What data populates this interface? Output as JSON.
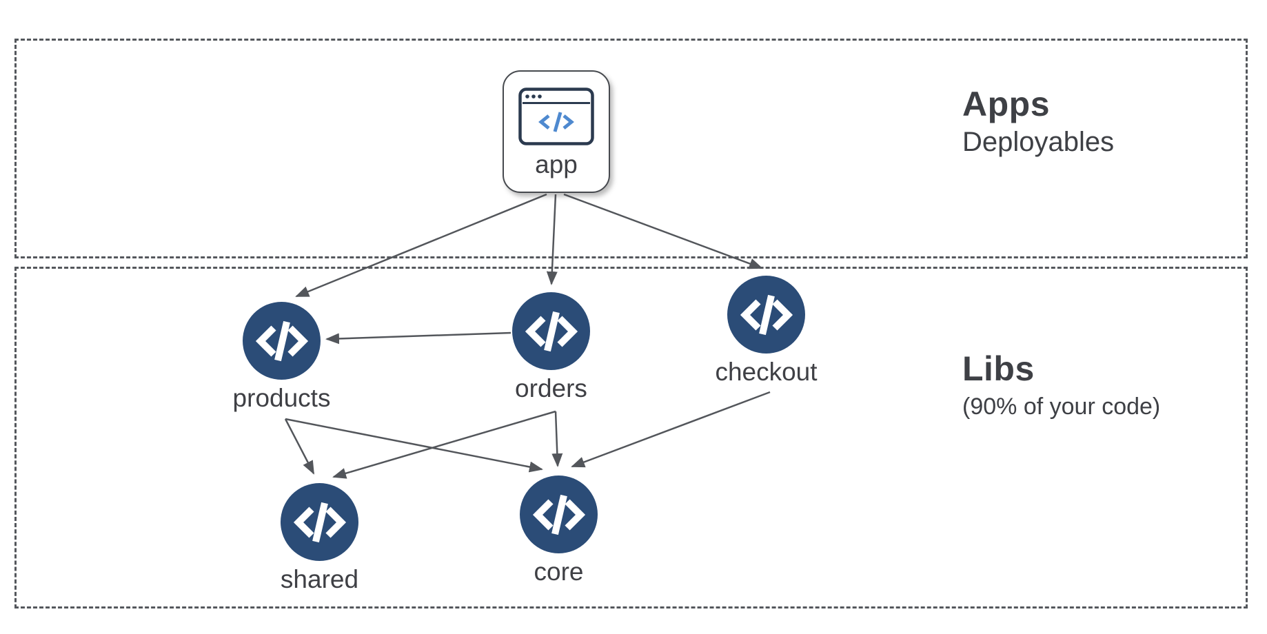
{
  "diagram": {
    "sections": [
      {
        "id": "apps",
        "title": "Apps",
        "subtitle": "Deployables"
      },
      {
        "id": "libs",
        "title": "Libs",
        "subtitle": "(90% of your code)"
      }
    ],
    "app_node": {
      "label": "app",
      "icon": "browser-code-icon",
      "icon_glyph": "</>"
    },
    "lib_nodes": [
      {
        "id": "products",
        "label": "products",
        "icon": "code-icon"
      },
      {
        "id": "orders",
        "label": "orders",
        "icon": "code-icon"
      },
      {
        "id": "checkout",
        "label": "checkout",
        "icon": "code-icon"
      },
      {
        "id": "shared",
        "label": "shared",
        "icon": "code-icon"
      },
      {
        "id": "core",
        "label": "core",
        "icon": "code-icon"
      }
    ],
    "edges": [
      {
        "from": "app",
        "to": "products"
      },
      {
        "from": "app",
        "to": "orders"
      },
      {
        "from": "app",
        "to": "checkout"
      },
      {
        "from": "orders",
        "to": "products"
      },
      {
        "from": "products",
        "to": "shared"
      },
      {
        "from": "products",
        "to": "core"
      },
      {
        "from": "orders",
        "to": "shared"
      },
      {
        "from": "orders",
        "to": "core"
      },
      {
        "from": "checkout",
        "to": "core"
      }
    ],
    "colors": {
      "node_fill": "#2b4c77",
      "node_glyph": "#ffffff",
      "arrow": "#53565b",
      "dashed_border": "#54575c",
      "text": "#3f4045",
      "browser_icon_stroke": "#2b3a4f",
      "accent_blue": "#4e89cf",
      "background": "#ffffff"
    }
  }
}
